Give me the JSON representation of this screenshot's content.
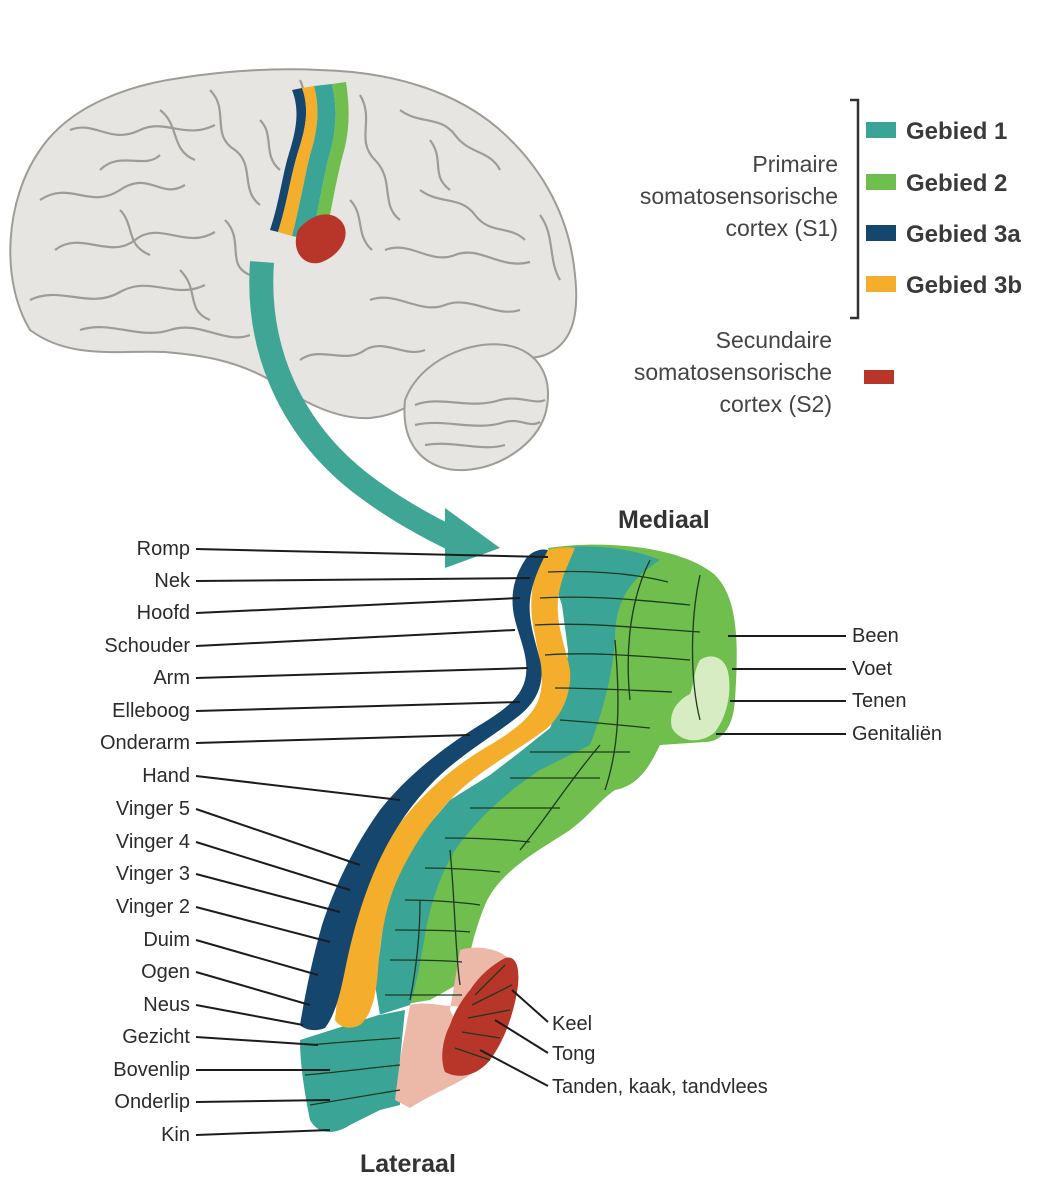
{
  "legend": {
    "primary_title": [
      "Primaire",
      "somatosensorische",
      "cortex (S1)"
    ],
    "secondary_title": [
      "Secundaire",
      "somatosensorische",
      "cortex (S2)"
    ],
    "areas": [
      {
        "label": "Gebied 1",
        "color": "#3aa596"
      },
      {
        "label": "Gebied 2",
        "color": "#6fbe4e"
      },
      {
        "label": "Gebied 3a",
        "color": "#15476e"
      },
      {
        "label": "Gebied 3b",
        "color": "#f5ad2c"
      }
    ],
    "s2_color": "#b8352a"
  },
  "orientation": {
    "top": "Mediaal",
    "bottom": "Lateraal"
  },
  "left_labels": [
    "Romp",
    "Nek",
    "Hoofd",
    "Schouder",
    "Arm",
    "Elleboog",
    "Onderarm",
    "Hand",
    "Vinger 5",
    "Vinger 4",
    "Vinger 3",
    "Vinger 2",
    "Duim",
    "Ogen",
    "Neus",
    "Gezicht",
    "Bovenlip",
    "Onderlip",
    "Kin"
  ],
  "right_labels_top": [
    "Been",
    "Voet",
    "Tenen",
    "Genitaliën"
  ],
  "right_labels_bottom": [
    "Keel",
    "Tong",
    "Tanden, kaak, tandvlees"
  ],
  "colors": {
    "arrow": "#3fa595",
    "brain": "#e6e5e1",
    "brain_outline": "#9d9c97",
    "pink": "#ecb8a8",
    "light_green": "#d7ecc3"
  }
}
